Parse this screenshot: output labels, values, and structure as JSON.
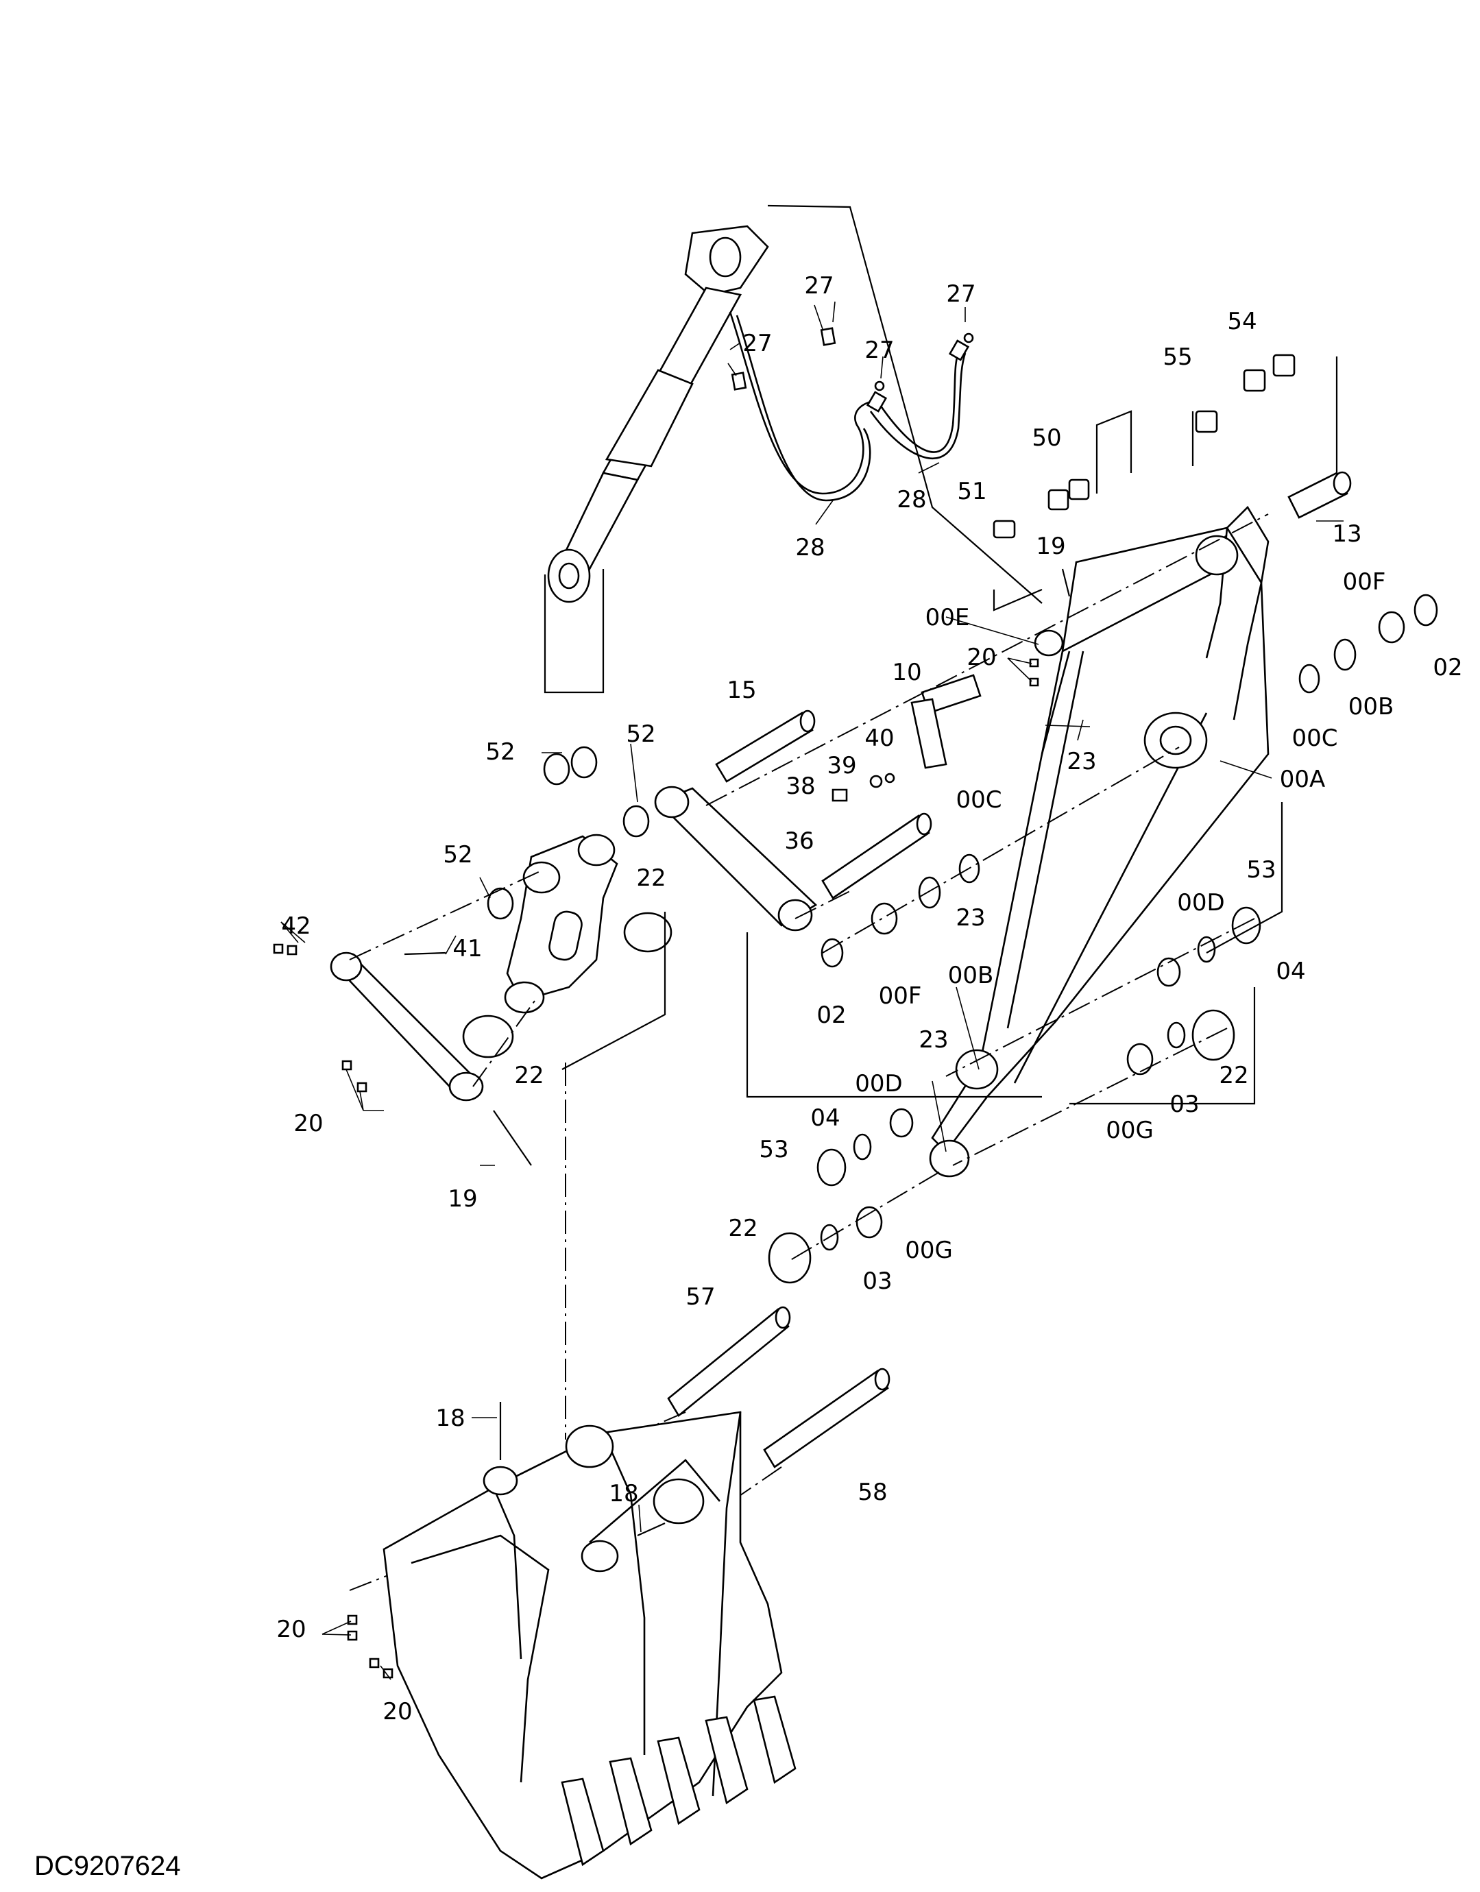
{
  "diagram_code": "DC9207624",
  "callouts": [
    {
      "id": "c-27a",
      "text": "27"
    },
    {
      "id": "c-27b",
      "text": "27"
    },
    {
      "id": "c-27c",
      "text": "27"
    },
    {
      "id": "c-27d",
      "text": "27"
    },
    {
      "id": "c-28a",
      "text": "28"
    },
    {
      "id": "c-28b",
      "text": "28"
    },
    {
      "id": "c-54",
      "text": "54"
    },
    {
      "id": "c-55",
      "text": "55"
    },
    {
      "id": "c-50",
      "text": "50"
    },
    {
      "id": "c-51",
      "text": "51"
    },
    {
      "id": "c-19a",
      "text": "19"
    },
    {
      "id": "c-13",
      "text": "13"
    },
    {
      "id": "c-00Fa",
      "text": "00F"
    },
    {
      "id": "c-00Ea",
      "text": "00E"
    },
    {
      "id": "c-20a",
      "text": "20"
    },
    {
      "id": "c-10",
      "text": "10"
    },
    {
      "id": "c-02a",
      "text": "02"
    },
    {
      "id": "c-00Ba",
      "text": "00B"
    },
    {
      "id": "c-00Ca",
      "text": "00C"
    },
    {
      "id": "c-15",
      "text": "15"
    },
    {
      "id": "c-23a",
      "text": "23"
    },
    {
      "id": "c-00A",
      "text": "00A"
    },
    {
      "id": "c-52a",
      "text": "52"
    },
    {
      "id": "c-52b",
      "text": "52"
    },
    {
      "id": "c-39",
      "text": "39"
    },
    {
      "id": "c-40",
      "text": "40"
    },
    {
      "id": "c-38",
      "text": "38"
    },
    {
      "id": "c-00Cb",
      "text": "00C"
    },
    {
      "id": "c-36",
      "text": "36"
    },
    {
      "id": "c-52c",
      "text": "52"
    },
    {
      "id": "c-22a",
      "text": "22"
    },
    {
      "id": "c-53a",
      "text": "53"
    },
    {
      "id": "c-00Da",
      "text": "00D"
    },
    {
      "id": "c-42",
      "text": "42"
    },
    {
      "id": "c-41",
      "text": "41"
    },
    {
      "id": "c-23b",
      "text": "23"
    },
    {
      "id": "c-04a",
      "text": "04"
    },
    {
      "id": "c-02b",
      "text": "02"
    },
    {
      "id": "c-00Fb",
      "text": "00F"
    },
    {
      "id": "c-00Bb",
      "text": "00B"
    },
    {
      "id": "c-22b",
      "text": "22"
    },
    {
      "id": "c-23c",
      "text": "23"
    },
    {
      "id": "c-22c",
      "text": "22"
    },
    {
      "id": "c-03a",
      "text": "03"
    },
    {
      "id": "c-00Db",
      "text": "00D"
    },
    {
      "id": "c-20b",
      "text": "20"
    },
    {
      "id": "c-00G",
      "text": "00G"
    },
    {
      "id": "c-04b",
      "text": "04"
    },
    {
      "id": "c-53b",
      "text": "53"
    },
    {
      "id": "c-19b",
      "text": "19"
    },
    {
      "id": "c-22d",
      "text": "22"
    },
    {
      "id": "c-03b",
      "text": "03"
    },
    {
      "id": "c-00Gb",
      "text": "00G"
    },
    {
      "id": "c-57",
      "text": "57"
    },
    {
      "id": "c-18a",
      "text": "18"
    },
    {
      "id": "c-58",
      "text": "58"
    },
    {
      "id": "c-18b",
      "text": "18"
    },
    {
      "id": "c-20c",
      "text": "20"
    },
    {
      "id": "c-20d",
      "text": "20"
    }
  ]
}
